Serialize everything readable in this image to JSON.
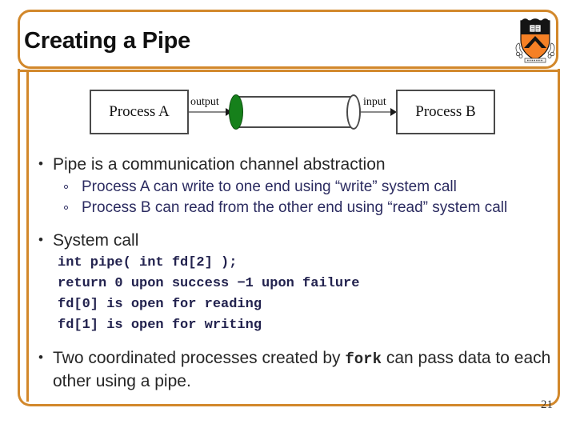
{
  "slide": {
    "title": "Creating a Pipe",
    "page_number": "21",
    "accent_color": "#D2882B",
    "title_color": "#111111",
    "bullet_color": "#262626",
    "subbullet_color": "#2b2b60",
    "code_color": "#22224e"
  },
  "logo": {
    "name": "princeton-shield-logo",
    "shield_orange": "#F58025",
    "shield_black": "#111111"
  },
  "diagram": {
    "name": "pipe-diagram",
    "process_a": "Process A",
    "process_b": "Process B",
    "output_label": "output",
    "input_label": "input",
    "pipe_write_end_color": "#16801B",
    "pipe_read_end_color": "#ffffff",
    "pipe_outline_color": "#4a4a4a",
    "arrow_color": "#8a8a8a"
  },
  "content": {
    "bullets": [
      {
        "text": "Pipe is a communication channel abstraction",
        "sub": [
          "Process A can write to one end using “write” system call",
          "Process B can read from the other end using “read” system call"
        ]
      },
      {
        "text": "System call",
        "code": [
          "int pipe( int fd[2] );",
          "return 0 upon success −1 upon failure",
          "fd[0] is open for reading",
          "fd[1] is open for writing"
        ]
      },
      {
        "text_before": "Two coordinated processes created by ",
        "mono": "fork",
        "text_after": " can pass data to each other using a pipe."
      }
    ]
  }
}
